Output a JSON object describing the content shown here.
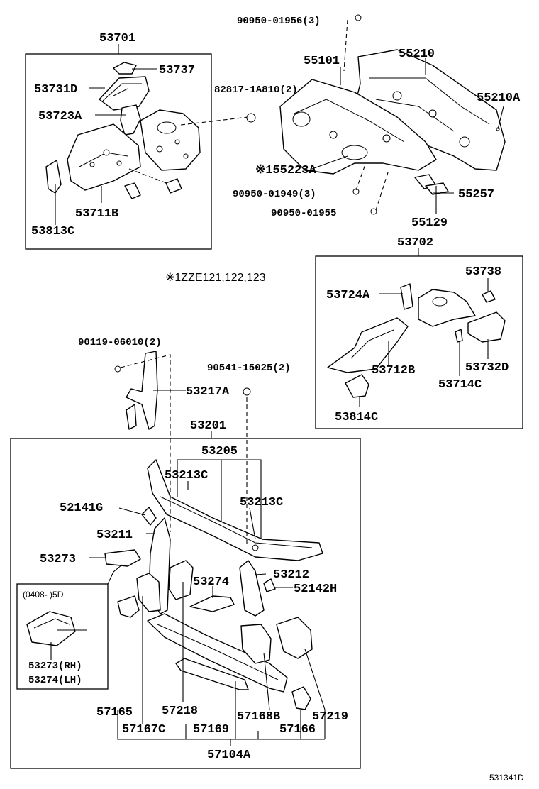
{
  "diagram_id": "531341D",
  "note": "※1ZZE121,122,123",
  "inset_date": "(0408-        )5D",
  "labels": {
    "p53701": "53701",
    "p53737": "53737",
    "p53731D": "53731D",
    "p53723A": "53723A",
    "p53711B": "53711B",
    "p53813C": "53813C",
    "p90950_01956": "90950-01956(3)",
    "p82817": "82817-1A810(2)",
    "p55101": "55101",
    "p55210": "55210",
    "p55210A": "55210A",
    "p55223A": "※155223A",
    "p90950_01949": "90950-01949(3)",
    "p90950_01955": "90950-01955",
    "p55257": "55257",
    "p55129": "55129",
    "p53702": "53702",
    "p53738": "53738",
    "p53724A": "53724A",
    "p53712B": "53712B",
    "p53732D": "53732D",
    "p53714C": "53714C",
    "p53814C": "53814C",
    "p90119": "90119-06010(2)",
    "p53217A": "53217A",
    "p90541": "90541-15025(2)",
    "p53201": "53201",
    "p53205": "53205",
    "p53213C_a": "53213C",
    "p53213C_b": "53213C",
    "p52141G": "52141G",
    "p53211": "53211",
    "p53273": "53273",
    "p53212": "53212",
    "p53274": "53274",
    "p52142H": "52142H",
    "p53273RH": "53273(RH)",
    "p53274LH": "53274(LH)",
    "p57165": "57165",
    "p57218": "57218",
    "p57168B": "57168B",
    "p57219": "57219",
    "p57167C": "57167C",
    "p57169": "57169",
    "p57166": "57166",
    "p57104A": "57104A"
  }
}
